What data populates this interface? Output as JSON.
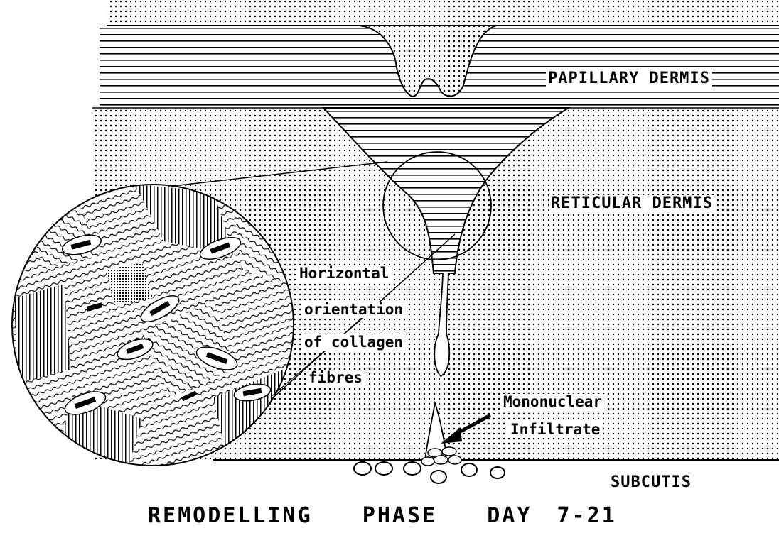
{
  "diagram": {
    "layers": {
      "papillary": "PAPILLARY DERMIS",
      "reticular": "RETICULAR DERMIS",
      "subcutis": "SUBCUTIS"
    },
    "annotations": {
      "collagen_line1": "Horizontal",
      "collagen_line2": "orientation",
      "collagen_line3": "of collagen",
      "collagen_line4": "fibres",
      "infiltrate_line1": "Mononuclear",
      "infiltrate_line2": "Infiltrate"
    },
    "caption": "REMODELLING  PHASE  DAY 7-21"
  }
}
